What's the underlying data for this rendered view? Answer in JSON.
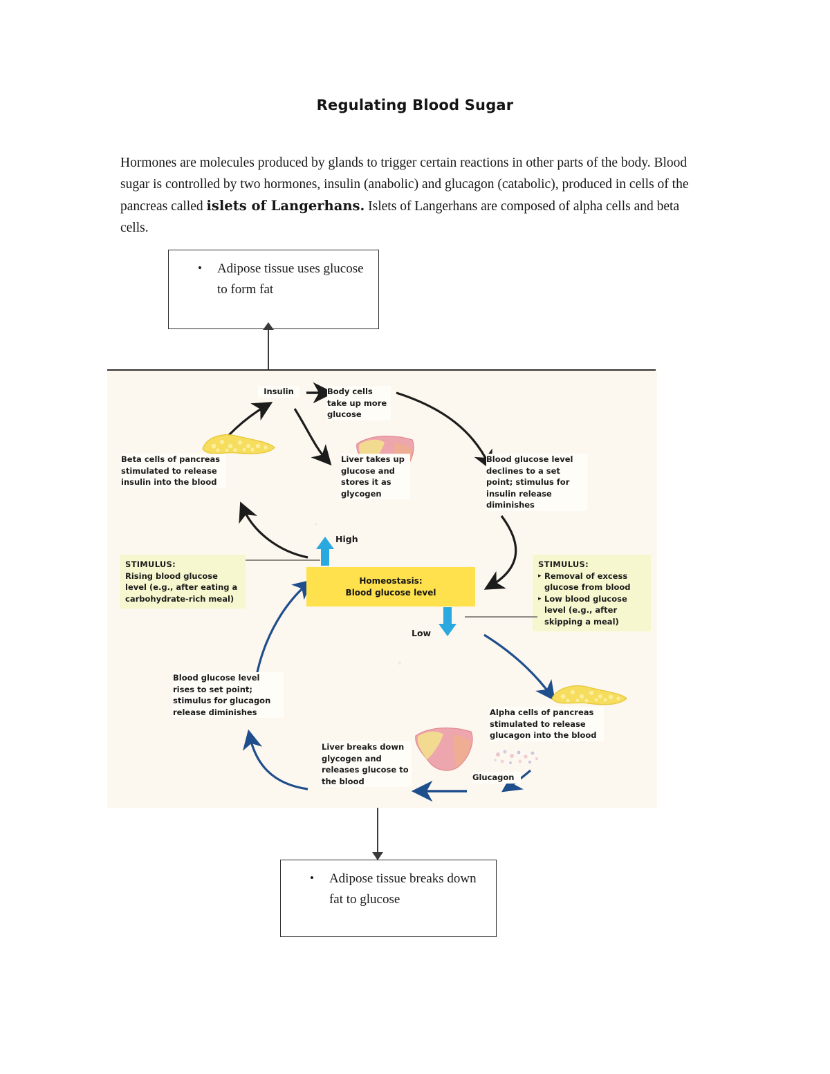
{
  "document": {
    "title": "Regulating Blood Sugar",
    "intro_part1": "Hormones are molecules produced by glands to trigger certain reactions in other parts of the body.  Blood sugar is controlled by two hormones, insulin (anabolic) and glucagon (catabolic), produced in cells of the pancreas called ",
    "intro_bold": "islets of Langerhans.",
    "intro_part2": "  Islets of Langerhans are composed of alpha cells and beta cells."
  },
  "callouts": {
    "top": {
      "bullet": "•",
      "text": "Adipose tissue uses glucose to form fat"
    },
    "bottom": {
      "bullet": "•",
      "text": "Adipose tissue breaks down fat to glucose"
    }
  },
  "figure": {
    "background_color": "#fdf8ef",
    "homeostasis": {
      "line1": "Homeostasis:",
      "line2": "Blood glucose level",
      "color": "#ffe14d"
    },
    "level_labels": {
      "high": "High",
      "low": "Low"
    },
    "hormone_labels": {
      "insulin": "Insulin",
      "glucagon": "Glucagon"
    },
    "nodes": {
      "beta_cells": "Beta cells of pancreas stimulated to release insulin into the blood",
      "body_cells": "Body cells take up more glucose",
      "liver_stores": "Liver takes up glucose and stores it as glycogen",
      "glucose_declines": "Blood glucose level declines to a set point; stimulus for insulin release diminishes",
      "alpha_cells": "Alpha cells of pancreas stimulated to release glucagon into the blood",
      "liver_breaks": "Liver breaks down glycogen and releases glucose to the blood",
      "glucose_rises": "Blood glucose level rises to set point; stimulus for glucagon release diminishes"
    },
    "stimulus_left": {
      "heading": "STIMULUS:",
      "body": "Rising blood glucose level (e.g., after eating a carbohydrate-rich meal)",
      "color": "#f7f7cf"
    },
    "stimulus_right": {
      "heading": "STIMULUS:",
      "bullets": [
        "Removal of excess glucose from blood",
        "Low blood glucose level (e.g., after skipping a meal)"
      ],
      "color": "#f7f7cf"
    },
    "arrow_colors": {
      "insulin_loop": "#1c1c1c",
      "glucagon_loop": "#1f4e8c",
      "level": "#29a8e0"
    }
  }
}
